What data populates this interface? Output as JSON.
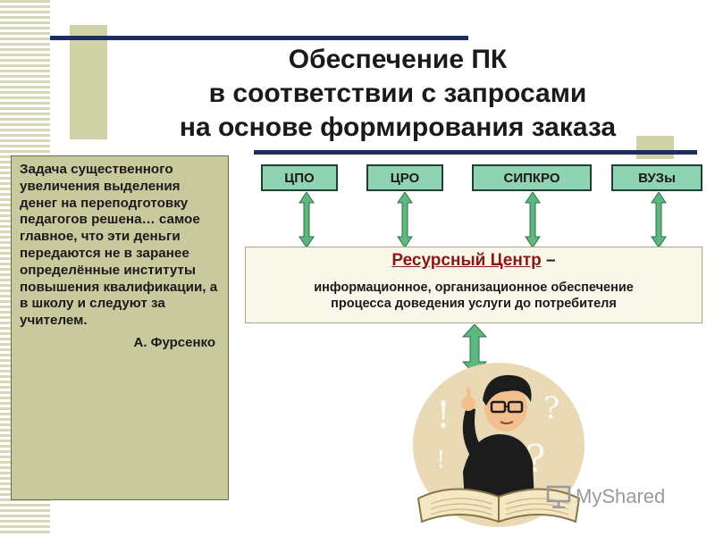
{
  "title": {
    "line1": "Обеспечение ПК",
    "line2": "в соответствии с запросами",
    "line3": "на основе формирования заказа"
  },
  "quote": {
    "text": "Задача существенного увеличения выделения денег на переподготовку педагогов решена… самое главное, что эти деньги передаются не в заранее определённые институты повышения квалификации, а в школу и следуют за учителем.",
    "author": "А. Фурсенко"
  },
  "organizations": [
    "ЦПО",
    "ЦРО",
    "СИПКРО",
    "ВУЗы"
  ],
  "resource_center": {
    "name": "Ресурсный Центр",
    "dash": "–",
    "description_line1": "информационное, организационное обеспечение",
    "description_line2": "процесса доведения услуги до потребителя"
  },
  "watermark": "MyShared",
  "colors": {
    "org_box_fill": "#8fd3b2",
    "arrow_fill": "#5cb87f",
    "quote_box_fill": "#c8ca9e",
    "title_line": "#1f2d5c",
    "resource_center_title": "#8b1616"
  }
}
